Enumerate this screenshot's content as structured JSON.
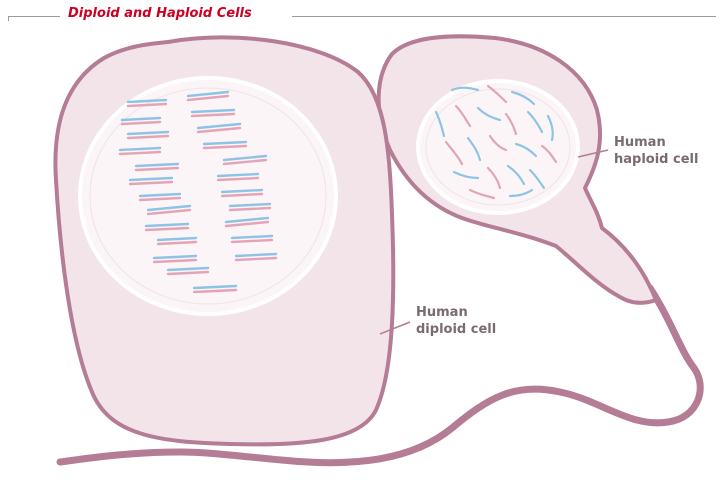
{
  "figure": {
    "title": "Diploid and Haploid Cells",
    "colors": {
      "title": "#cc0022",
      "cell_fill": "#f3e4ea",
      "cell_outline": "#b57c96",
      "nucleus_fill": "#fbf5f7",
      "chromosome_blue": "#8fc3e6",
      "chromosome_pink": "#e3a4b6",
      "label_text": "#7a6a72",
      "rule": "#9b9b9b"
    }
  },
  "labels": {
    "haploid": {
      "line1": "Human",
      "line2": "haploid cell"
    },
    "diploid": {
      "line1": "Human",
      "line2": "diploid cell"
    }
  }
}
